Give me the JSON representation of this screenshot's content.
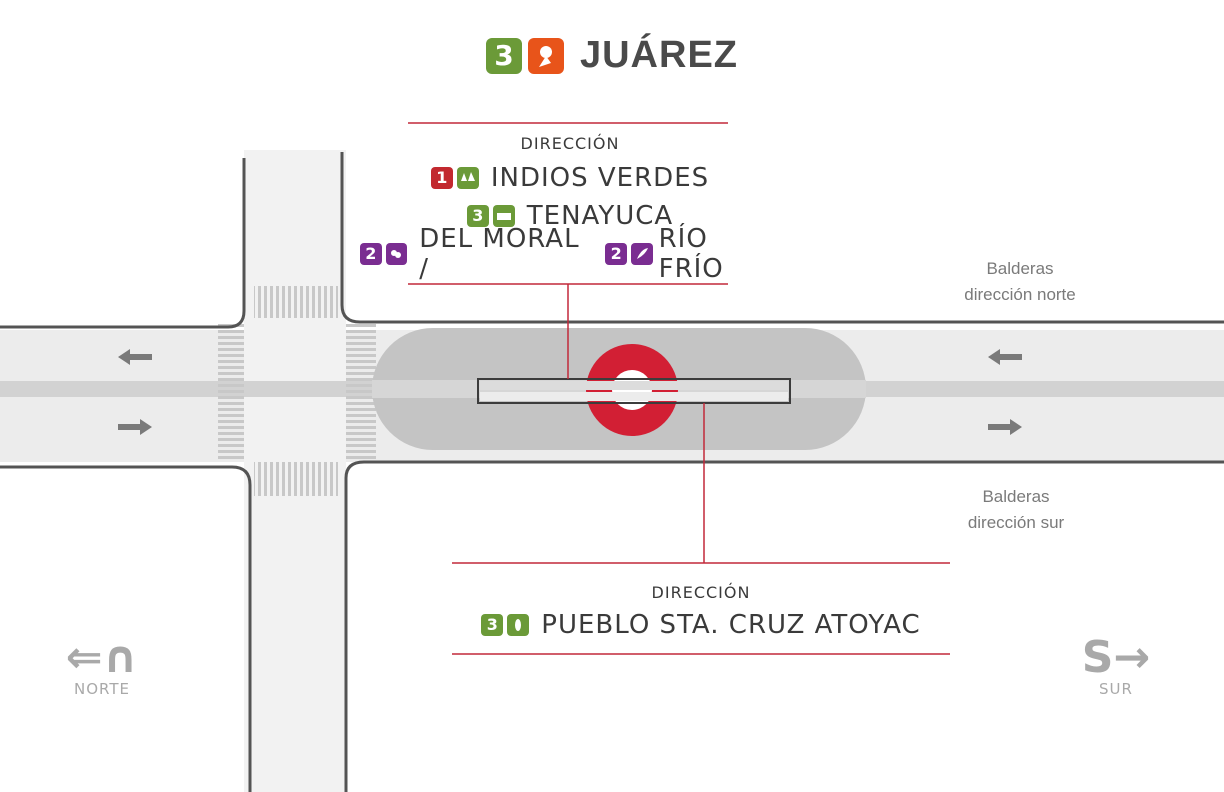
{
  "station": {
    "name": "JUÁREZ",
    "line_badge": "3",
    "colors": {
      "line3": "#6b9a38",
      "accent_orange": "#e8541a"
    }
  },
  "north_block": {
    "direction_label": "DIRECCIÓN",
    "destinations": [
      {
        "badge": "1",
        "badge_color": "#c2292f",
        "icon": "trees-icon",
        "name": "INDIOS VERDES"
      },
      {
        "badge": "3",
        "badge_color": "#6b9a38",
        "icon": "bus-icon",
        "name": "TENAYUCA"
      },
      {
        "badge": "2",
        "badge_color": "#7a2d91",
        "icon": "leaf-icon",
        "name": "DEL MORAL /"
      },
      {
        "badge": "2",
        "badge_color": "#7a2d91",
        "icon": "feather-icon",
        "name": "RÍO FRÍO"
      }
    ]
  },
  "south_block": {
    "direction_label": "DIRECCIÓN",
    "destinations": [
      {
        "badge": "3",
        "badge_color": "#6b9a38",
        "icon": "maize-icon",
        "name": "PUEBLO STA. CRUZ ATOYAC"
      }
    ]
  },
  "streets": {
    "north_line1": "Balderas",
    "north_line2": "dirección norte",
    "south_line1": "Balderas",
    "south_line2": "dirección sur"
  },
  "compass": {
    "north_glyph": "⇐∩",
    "north_label": "NORTE",
    "south_glyph": "S→",
    "south_label": "SUR"
  },
  "map_colors": {
    "road": "#ececec",
    "road_edge": "#545454",
    "platform": "#c4c4c4",
    "marker": "#d21f34",
    "guide_line": "#c2293a",
    "arrow": "#7a7a7a"
  }
}
